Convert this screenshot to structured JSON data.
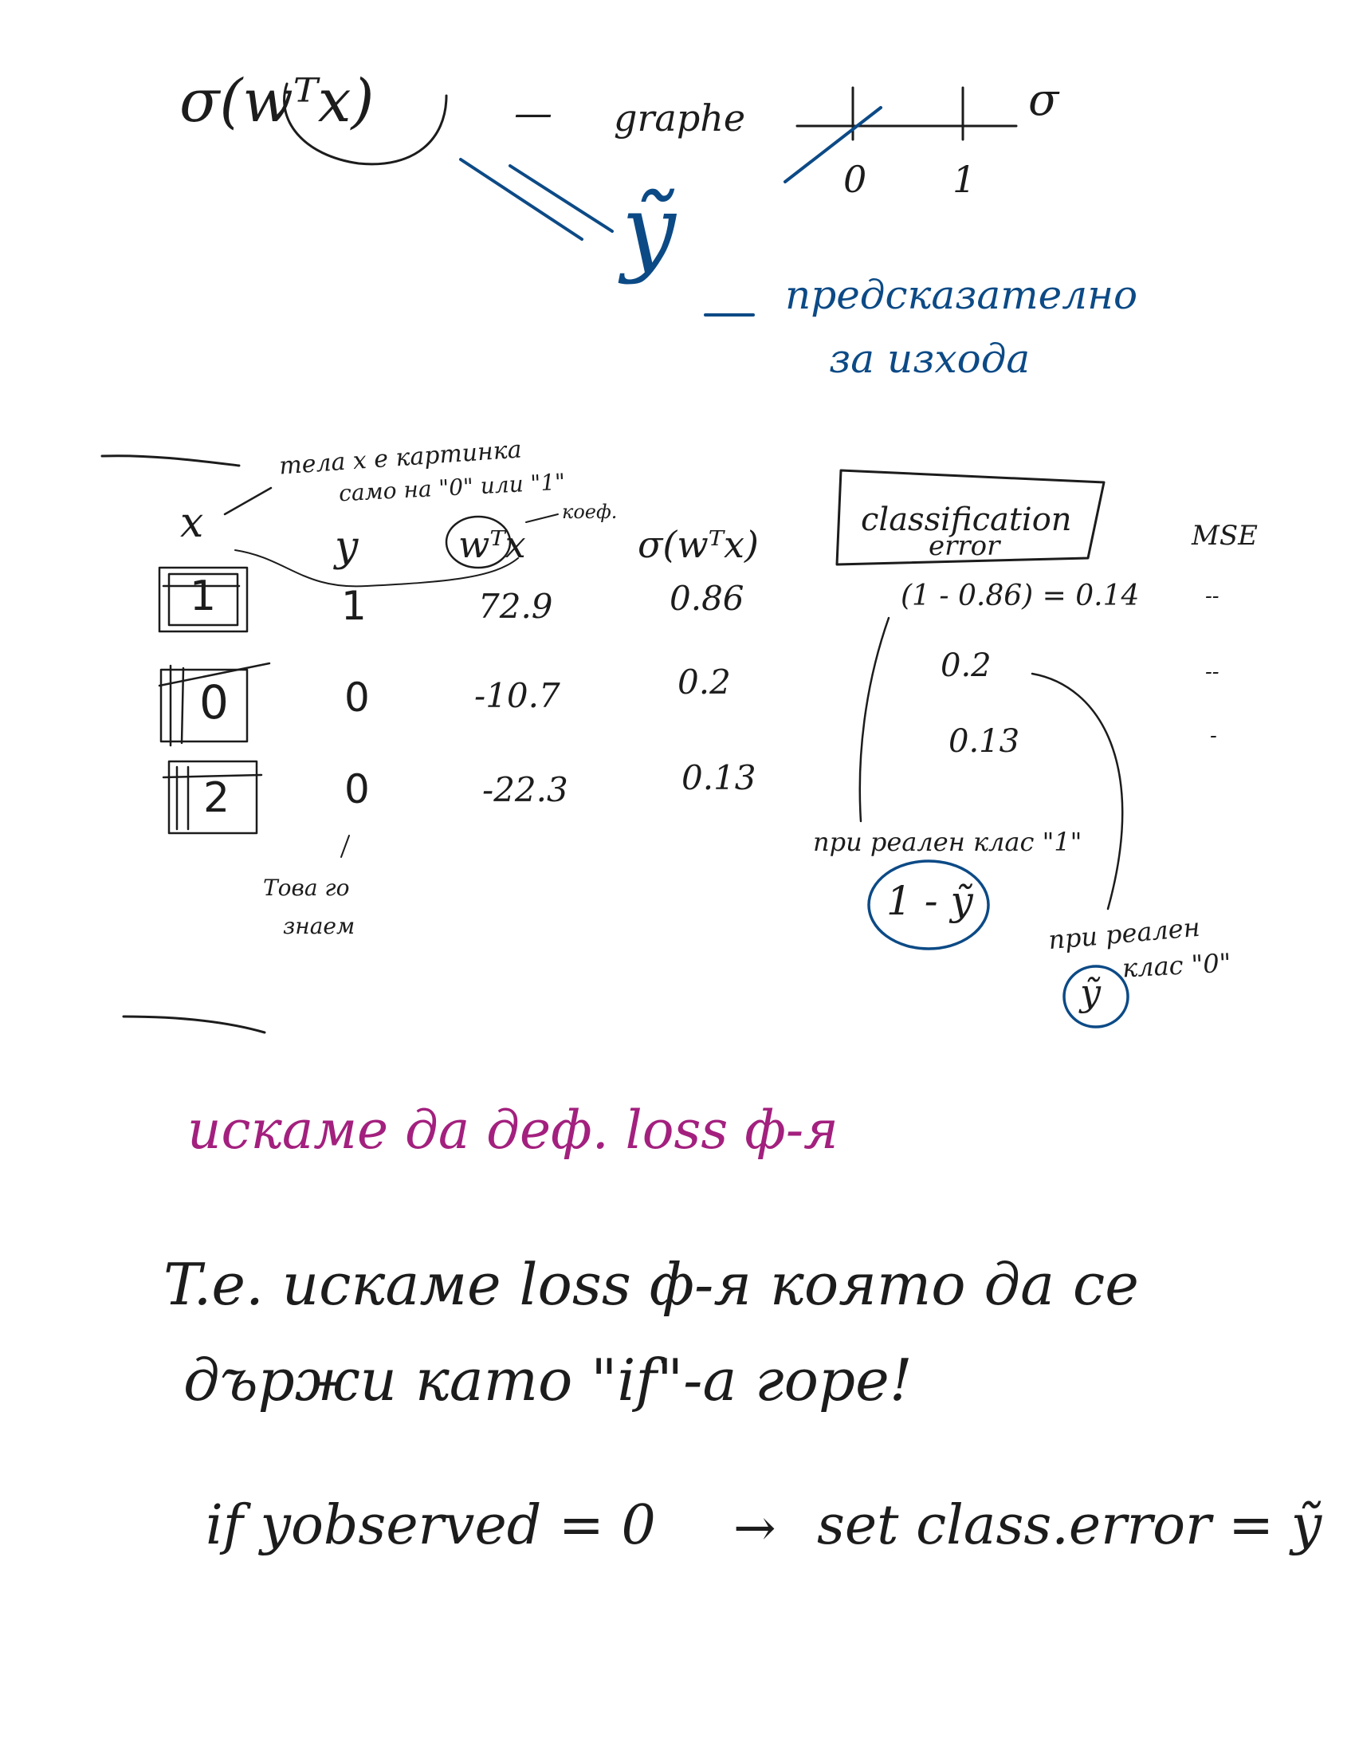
{
  "colors": {
    "black_ink": "#1c1c1c",
    "blue_ink": "#0c4a86",
    "magenta_ink": "#a3207e"
  },
  "top": {
    "formula": "σ(wᵀx)",
    "dash": "—",
    "graph_word": "graphe",
    "sigma": "σ",
    "axis_zero": "0",
    "axis_one": "1",
    "y_tilde": "ỹ",
    "predicted_label_line1": "предсказателно",
    "predicted_label_line2": "за изхода"
  },
  "table": {
    "note_x": "тела x e картинка",
    "note_x_line2": "само на \"0\" или \"1\"",
    "note_coef": "коеф.",
    "headers": {
      "x": "x",
      "y": "y",
      "wtx": "wᵀx",
      "sigma": "σ(wᵀx)",
      "classification": "classification",
      "classification_2": "error",
      "mse": "MSE"
    },
    "rows": [
      {
        "image_digit": "1",
        "y": "1",
        "wtx": "72.9",
        "sigma": "0.86",
        "class_error": "(1 - 0.86) = 0.14",
        "mse": "--"
      },
      {
        "image_digit": "0",
        "y": "0",
        "wtx": "-10.7",
        "sigma": "0.2",
        "class_error": "0.2",
        "mse": "--"
      },
      {
        "image_digit": "2",
        "y": "0",
        "wtx": "-22.3",
        "sigma": "0.13",
        "class_error": "0.13",
        "mse": "-"
      }
    ],
    "note_y_line1": "Това го",
    "note_y_line2": "знаем",
    "note_class1": "при реален клас \"1\"",
    "note_class1_formula": "1 - ỹ",
    "note_class0_line1": "при реален",
    "note_class0_line2": "клас \"0\"",
    "note_class0_formula": "ỹ"
  },
  "body": {
    "magenta_line": "искаме да деф. loss ф-я",
    "line1": "T.e. искаме loss ф-я която да се",
    "line2": "държи като \"if\"-а горе!",
    "line3_left": "if yobserved = 0",
    "line3_arrow": "→",
    "line3_right": "set class.error = ỹ"
  }
}
